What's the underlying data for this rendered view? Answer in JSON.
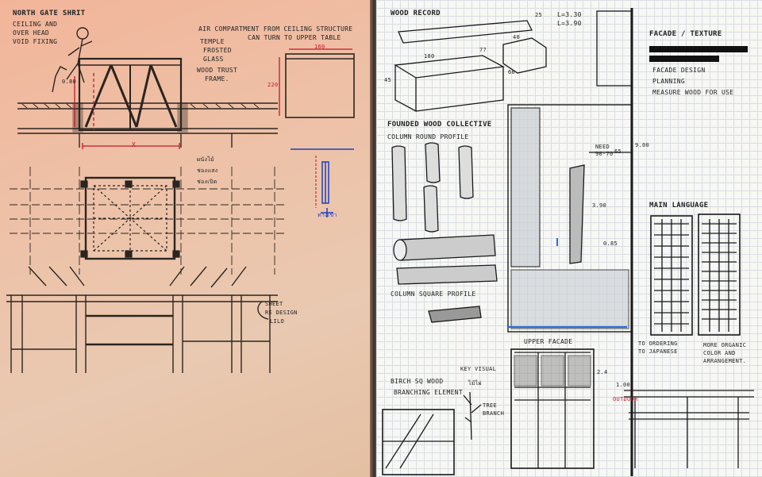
{
  "left_page": {
    "notes": {
      "north_gate": "NORTH GATE SHRIT",
      "ceiling_overhead": "CEILING AND",
      "overhead": "OVER HEAD",
      "void_fixing": "VOID FIXING",
      "air_compartment": "AIR COMPARTMENT FROM CEILING STRUCTURE",
      "can_turn": "CAN TURN TO UPPER TABLE",
      "temple": "TEMPLE",
      "frosted": "FROSTED",
      "glass": "GLASS",
      "wood_truss": "WOOD TRUST",
      "frame": "FRAME.",
      "dim_x": "X",
      "dim_080": "0.80",
      "dim_220": "220",
      "dim_160": "160",
      "thai_1": "ผนังไม้",
      "thai_2": "ช่องแสง",
      "thai_3": "ช่องเปิด",
      "blue_label": "ทางเข้า",
      "sheet_ref": "SHEET",
      "re_design": "RE DESIGN",
      "ref": "LILO"
    }
  },
  "right_page": {
    "notes": {
      "wood_record": "WOOD RECORD",
      "l330": "L=3.30",
      "l390": "L=3.90",
      "d25": "25",
      "d40": "40",
      "d180": "180",
      "d77": "77",
      "d45": "45",
      "d60": "60",
      "founded_wood": "FOUNDED WOOD COLLECTIVE",
      "column_round": "COLUMN ROUND PROFILE",
      "column_square": "COLUMN SQUARE PROFILE",
      "facade_texture": "FACADE / TEXTURE",
      "facade_design": "FACADE DESIGN",
      "planning": "PLANNING",
      "measure_wood": "MEASURE WOOD FOR USE",
      "need": "NEED",
      "need_dim": "90-70",
      "d65": "65",
      "d900": "9.00",
      "d390": "3.90",
      "d085": "0.85",
      "main_language": "MAIN LANGUAGE",
      "upper_facade": "UPPER FACADE",
      "to_ordering": "TO ORDERING",
      "to_japanese": "TO JAPANESE",
      "more_organic": "MORE ORGANIC",
      "color_and": "COLOR AND",
      "arrangement": "ARRANGEMENT.",
      "key_visual": "KEY VISUAL",
      "birch_sq": "BIRCH SQ WOOD",
      "branching": "BRANCHING ELEMENT",
      "thai_r": "ไม้ไผ่",
      "tree_branch": "TREE",
      "branch": "BRANCH",
      "d24": "2.4",
      "d100": "1.00",
      "outdoor": "OUTDOOR"
    }
  }
}
